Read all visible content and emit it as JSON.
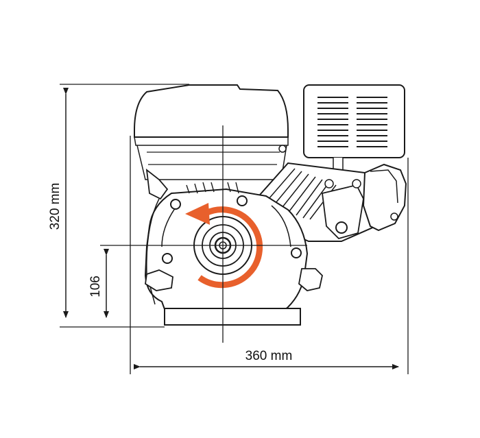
{
  "dimensions": {
    "height_label": "320 mm",
    "width_label": "360 mm",
    "shaft_height_label": "106"
  },
  "colors": {
    "line": "#1a1a1a",
    "rotation_arrow": "#e8602c",
    "background": "#ffffff"
  },
  "icons": {
    "rotation": "counterclockwise-rotation-arrow-icon"
  }
}
